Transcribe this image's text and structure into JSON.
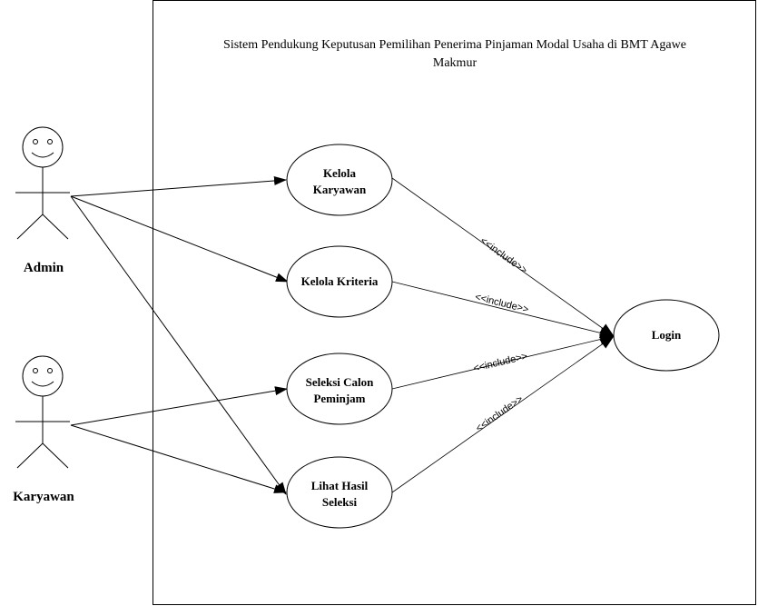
{
  "system": {
    "title_line1": "Sistem Pendukung Keputusan Pemilihan Penerima Pinjaman Modal Usaha di BMT Agawe",
    "title_line2": "Makmur"
  },
  "actors": {
    "admin": "Admin",
    "karyawan": "Karyawan"
  },
  "use_cases": {
    "kelola_karyawan": [
      "Kelola",
      "Karyawan"
    ],
    "kelola_kriteria": [
      "Kelola Kriteria"
    ],
    "seleksi_calon": [
      "Seleksi Calon",
      "Peminjam"
    ],
    "lihat_hasil": [
      "Lihat Hasil",
      "Seleksi"
    ],
    "login": [
      "Login"
    ]
  },
  "include_label": "<<include>>"
}
